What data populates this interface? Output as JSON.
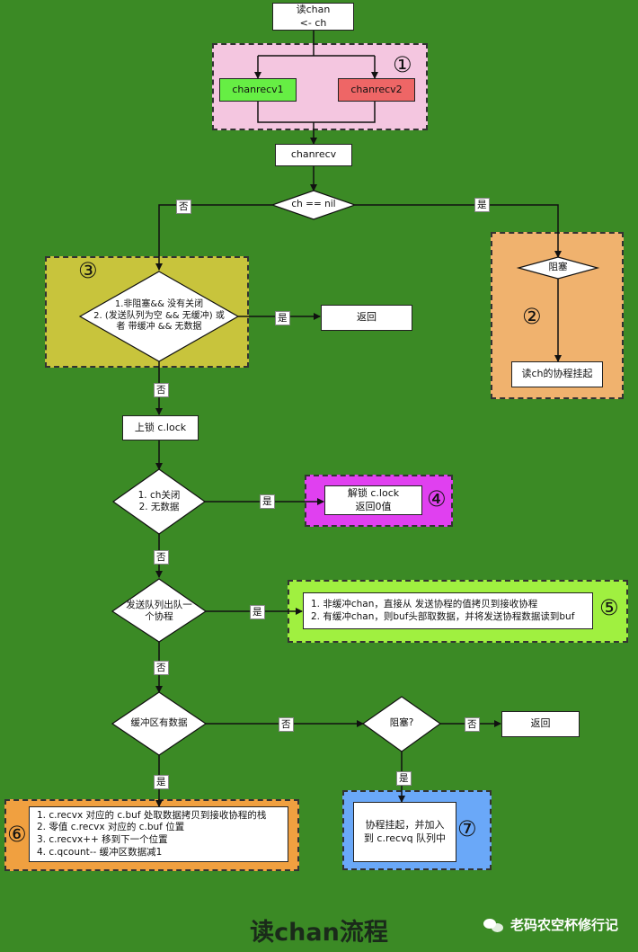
{
  "nodes": {
    "start": "读chan\n<- ch",
    "chanrecv1": "chanrecv1",
    "chanrecv2": "chanrecv2",
    "chanrecv": "chanrecv",
    "nil_check": "ch == nil",
    "block_check": "阻塞",
    "park_goroutine": "读ch的协程挂起",
    "fast_path_check": "1.非阻塞&& 没有关闭\n2. (发送队列为空 && 无缓冲) 或\n者 带缓冲 && 无数据",
    "return_fast": "返回",
    "lock": "上锁 c.lock",
    "closed_check": "1. ch关闭\n2. 无数据",
    "unlock_zero": "解锁 c.lock\n返回0值",
    "sendq_check": "发送队列出队一\n个协程",
    "direct_recv": "1. 非缓冲chan，直接从 发送协程的值拷贝到接收协程\n2. 有缓冲chan，则buf头部取数据，并将发送协程数据读到buf",
    "buffer_check": "缓冲区有数据",
    "block_q": "阻塞?",
    "return_noblock": "返回",
    "buffer_recv": "1. c.recvx 对应的 c.buf 处取数据拷贝到接收协程的栈\n2. 零值 c.recvx 对应的 c.buf 位置\n3. c.recvx++ 移到下一个位置\n4. c.qcount-- 缓冲区数据减1",
    "park_enqueue": "协程挂起，并加入\n到 c.recvq 队列中"
  },
  "edge_labels": {
    "nil_no": "否",
    "nil_yes": "是",
    "fast_yes": "是",
    "fast_no": "否",
    "closed_yes": "是",
    "closed_no": "否",
    "sendq_yes": "是",
    "sendq_no": "否",
    "buffer_no": "否",
    "buffer_yes": "是",
    "block_no": "否",
    "block_yes": "是"
  },
  "region_numbers": {
    "r1": "①",
    "r2": "②",
    "r3": "③",
    "r4": "④",
    "r5": "⑤",
    "r6": "⑥",
    "r7": "⑦"
  },
  "colors": {
    "background": "#3b8a25",
    "region1": "#f4c6e0",
    "region2": "#f0b26e",
    "region3": "#c8c43c",
    "region4": "#e040f0",
    "region5": "#a0f040",
    "region6": "#f0a040",
    "region7": "#6aa8f8",
    "chanrecv1_fill": "#66ee44",
    "chanrecv2_fill": "#ee6666"
  },
  "title": "读chan流程",
  "brand": "老码农空杯修行记"
}
